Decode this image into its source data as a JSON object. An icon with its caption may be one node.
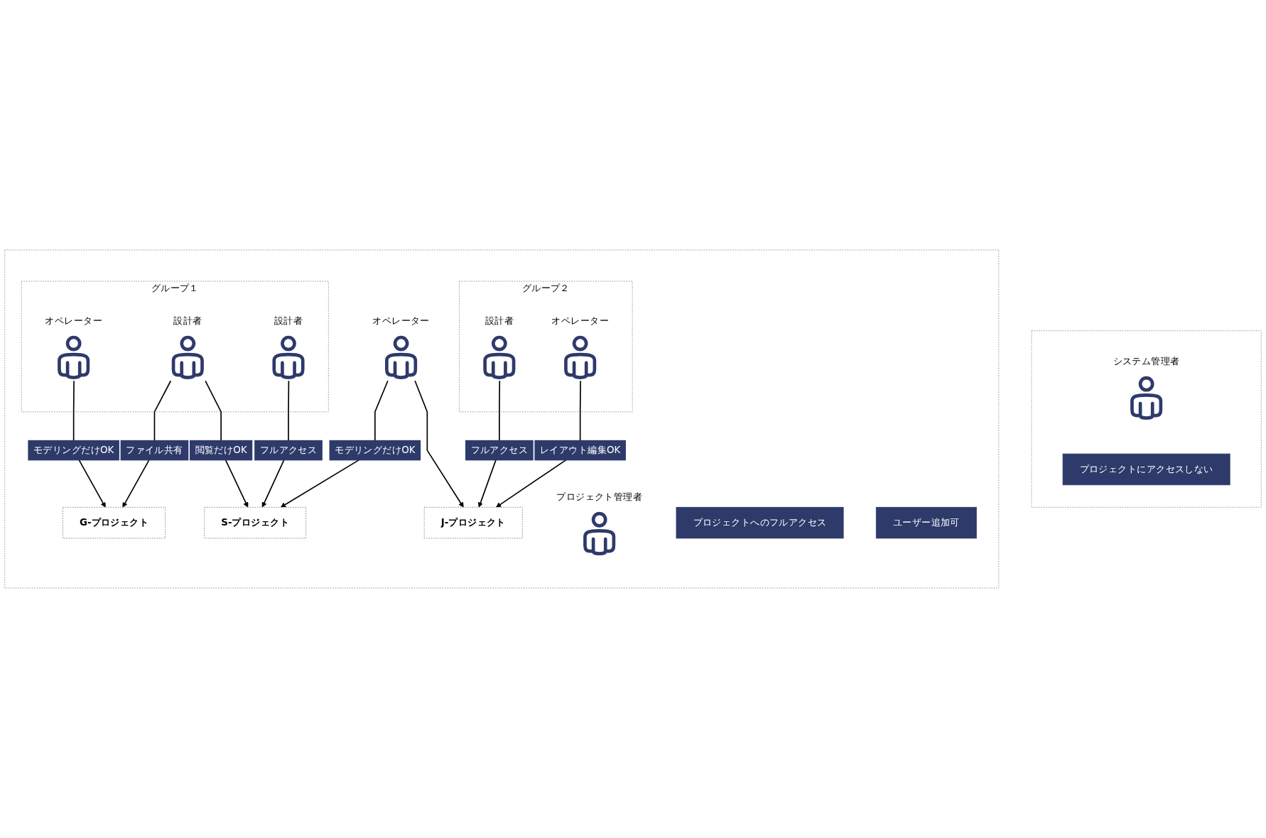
{
  "diagram": {
    "nodes": [
      {
        "text": [],
        "shape": "box"
      },
      {
        "text": [
          "システム管理者"
        ],
        "in": 0
      },
      {
        "text": [
          "プロジェクトにアクセスしない"
        ],
        "in": 0
      },
      {
        "text": [],
        "shape": "box"
      },
      {
        "text": [
          "プロジェクト管理者"
        ],
        "in": 3
      },
      {
        "text": [
          "プロジェクトへのフルアクセス"
        ],
        "in": 3
      },
      {
        "text": [
          "ユーザー追加可"
        ],
        "in": 3
      },
      {
        "text": [
          "グループ１"
        ],
        "in": 3
      },
      {
        "text": [
          "オペレーター"
        ],
        "in": 7
      },
      {
        "text": [
          "設計者"
        ],
        "in": 7
      },
      {
        "text": [
          "設計者"
        ],
        "in": 7
      },
      {
        "text": [
          "グループ２"
        ],
        "in": 3
      },
      {
        "text": [
          "設計者"
        ],
        "in": 11
      },
      {
        "text": [
          "オペレーター"
        ],
        "in": 11
      },
      {
        "text": [
          "オペレーター"
        ],
        "in": 3
      },
      {
        "text": [
          "G-プロジェクト"
        ],
        "in": 3
      },
      {
        "text": [
          "S-プロジェクト"
        ],
        "in": 3
      },
      {
        "text": [
          "J-プロジェクト"
        ],
        "in": 3
      }
    ],
    "edges": [
      {
        "from": 8,
        "to": 15,
        "arrow": "to",
        "label": "モデリングだけOK"
      },
      {
        "from": 9,
        "to": 15,
        "arrow": "to",
        "label": "ファイル共有"
      },
      {
        "from": 9,
        "to": 16,
        "arrow": "to",
        "label": "閲覧だけOK"
      },
      {
        "from": 10,
        "to": 16,
        "arrow": "to",
        "label": "フルアクセス"
      },
      {
        "from": 14,
        "to": 16,
        "arrow": "to",
        "label": "モデリングだけOK"
      },
      {
        "from": 14,
        "to": 17,
        "arrow": "to"
      },
      {
        "from": 12,
        "to": 17,
        "arrow": "to",
        "label": "フルアクセス"
      },
      {
        "from": 13,
        "to": 17,
        "arrow": "to",
        "label": "レイアウト編集OK"
      }
    ]
  }
}
